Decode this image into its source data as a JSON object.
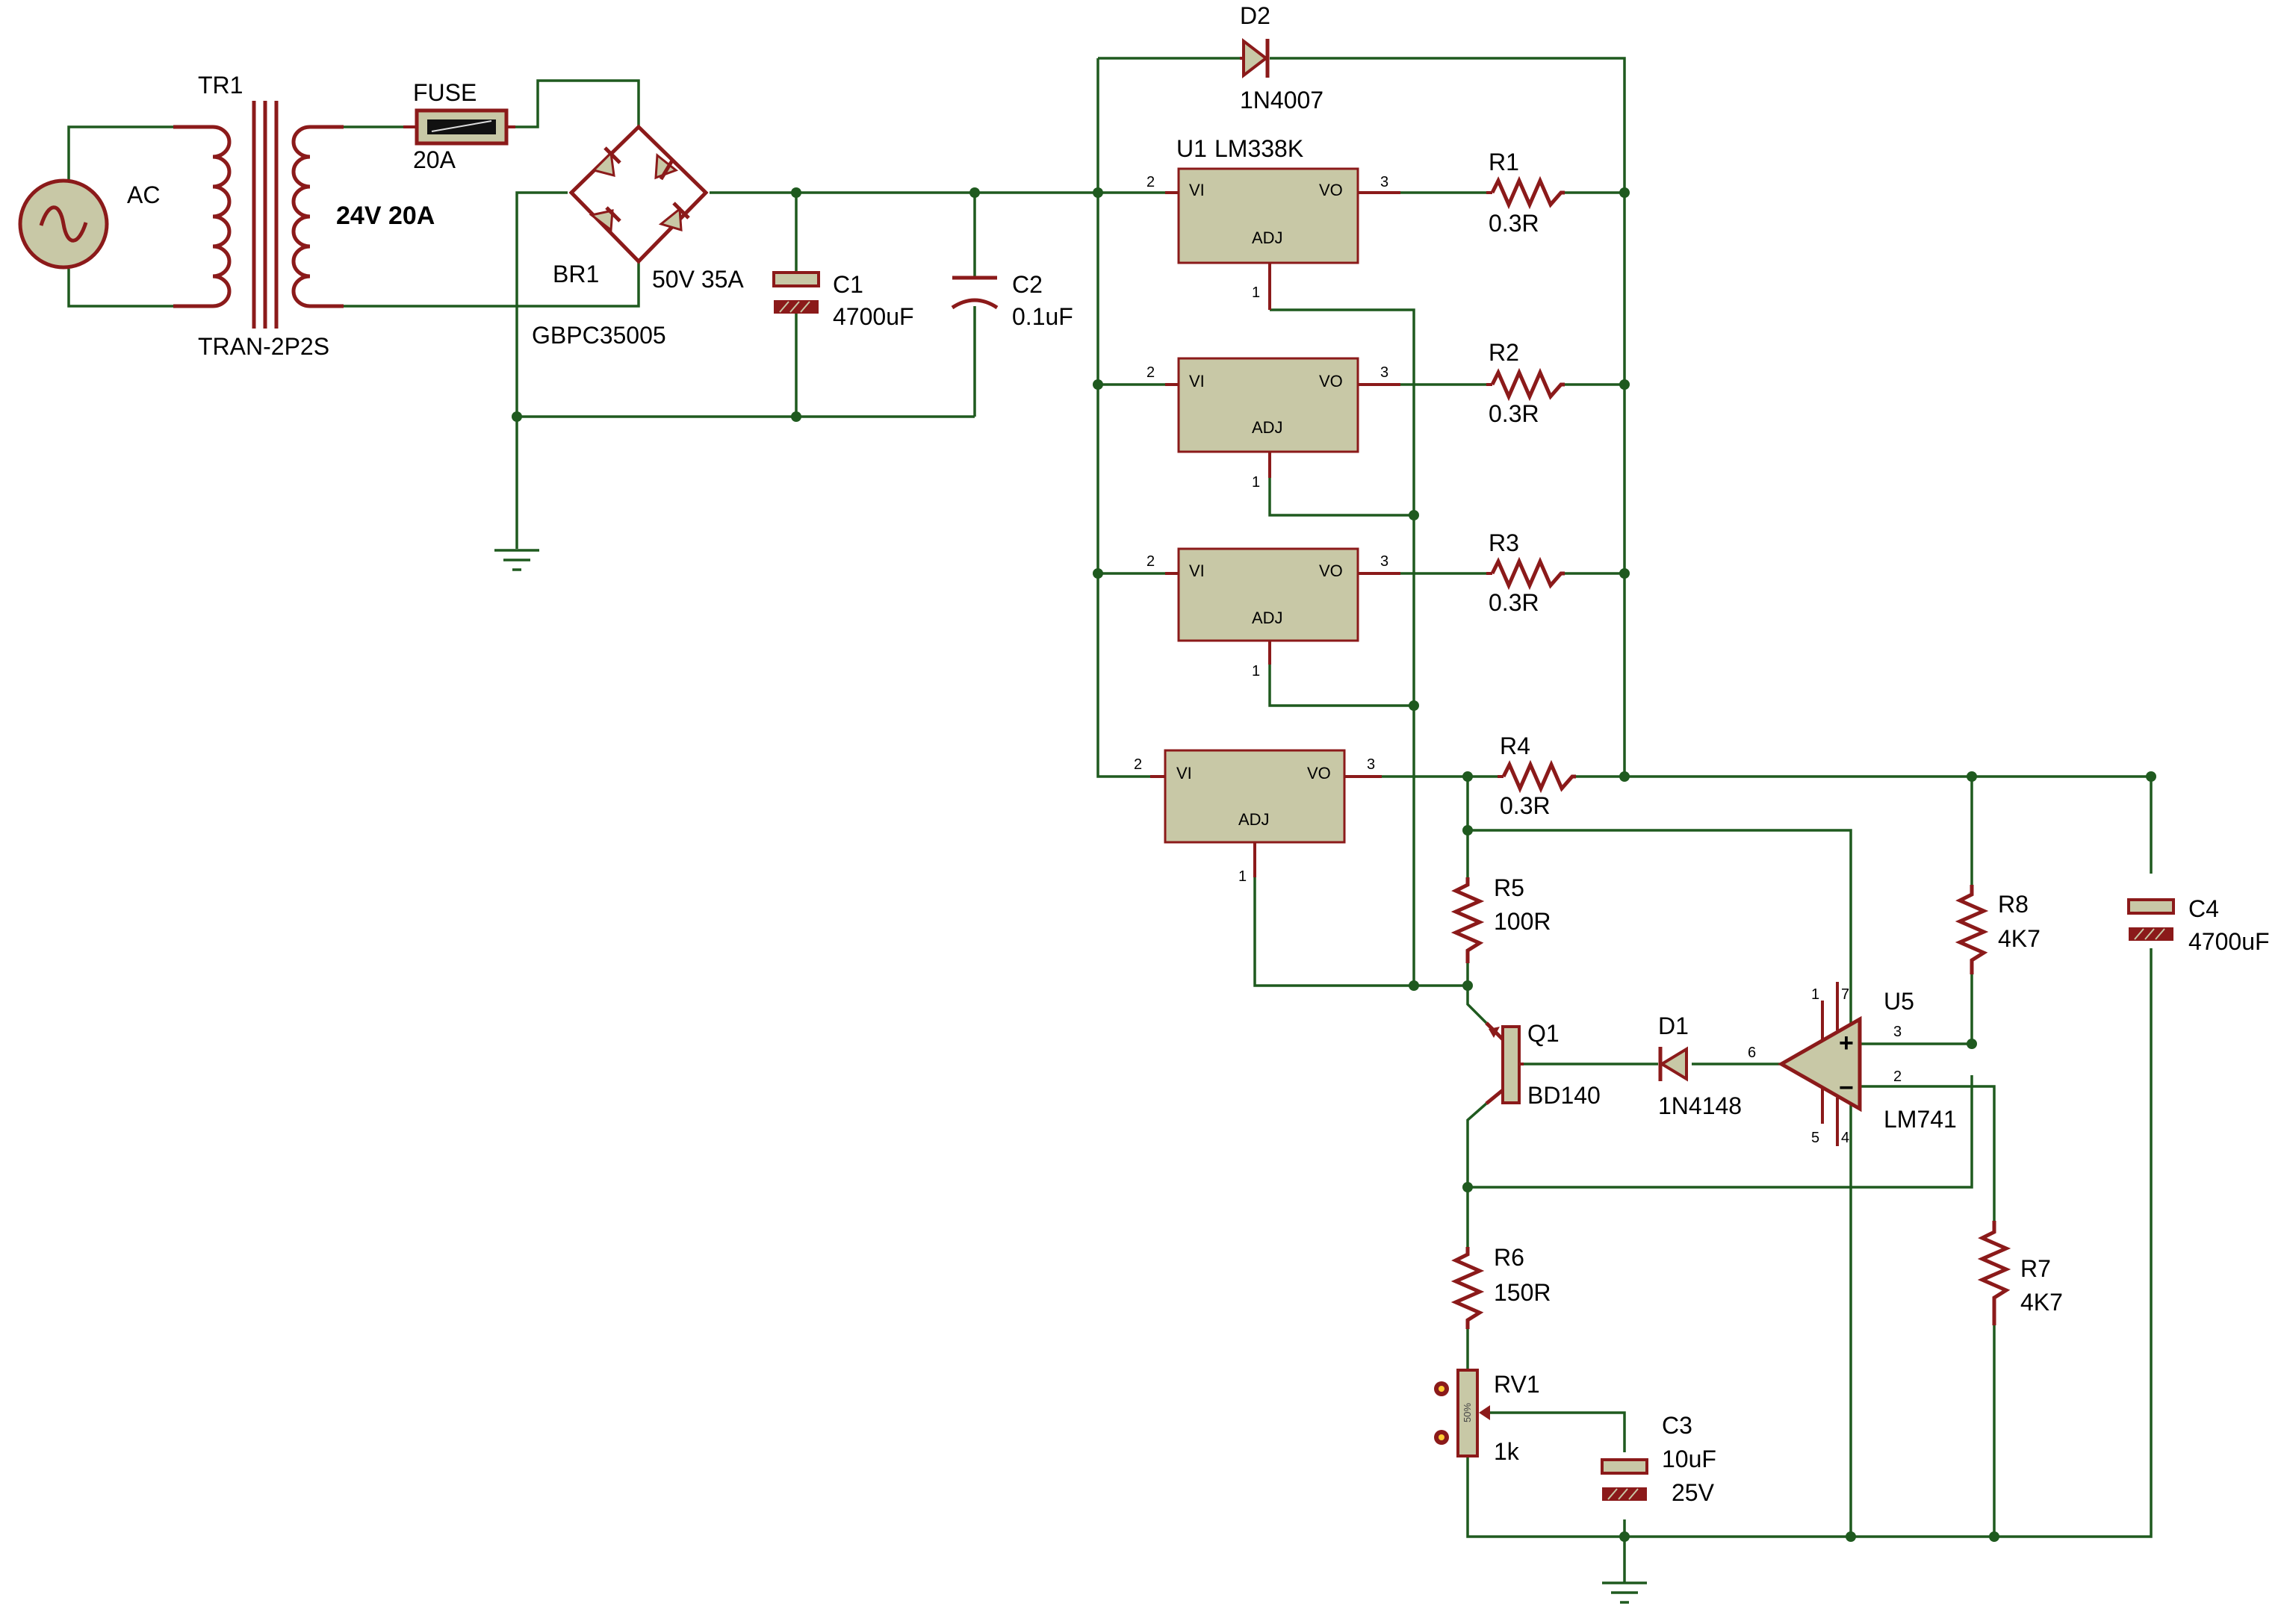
{
  "labels": {
    "ac": "AC",
    "tr1_name": "TR1",
    "tr1_type": "TRAN-2P2S",
    "tr1_rating": "24V 20A",
    "fuse_name": "FUSE",
    "fuse_value": "20A",
    "br1_name": "BR1",
    "br1_rating": "50V 35A",
    "br1_type": "GBPC35005",
    "c1_name": "C1",
    "c1_value": "4700uF",
    "c2_name": "C2",
    "c2_value": "0.1uF",
    "d2_name": "D2",
    "d2_value": "1N4007",
    "u1_name": "U1",
    "u1_type": "LM338K",
    "r1_name": "R1",
    "r1_value": "0.3R",
    "r2_name": "R2",
    "r2_value": "0.3R",
    "r3_name": "R3",
    "r3_value": "0.3R",
    "r4_name": "R4",
    "r4_value": "0.3R",
    "r5_name": "R5",
    "r5_value": "100R",
    "r6_name": "R6",
    "r6_value": "150R",
    "r7_name": "R7",
    "r7_value": "4K7",
    "r8_name": "R8",
    "r8_value": "4K7",
    "q1_name": "Q1",
    "q1_type": "BD140",
    "d1_name": "D1",
    "d1_type": "1N4148",
    "u5_name": "U5",
    "u5_type": "LM741",
    "rv1_name": "RV1",
    "rv1_value": "1k",
    "rv1_wiper": "50%",
    "c3_name": "C3",
    "c3_value": "10uF",
    "c3_voltage": "25V",
    "c4_name": "C4",
    "c4_value": "4700uF"
  },
  "regulator": {
    "vi": "VI",
    "vo": "VO",
    "adj": "ADJ",
    "pin_vi": "2",
    "pin_vo": "3",
    "pin_adj": "1"
  },
  "opamp_pins": {
    "p7": "7",
    "p1": "1",
    "p3": "3",
    "p2": "2",
    "p6": "6",
    "p5": "5",
    "p4": "4",
    "plus": "+",
    "minus": "−"
  }
}
